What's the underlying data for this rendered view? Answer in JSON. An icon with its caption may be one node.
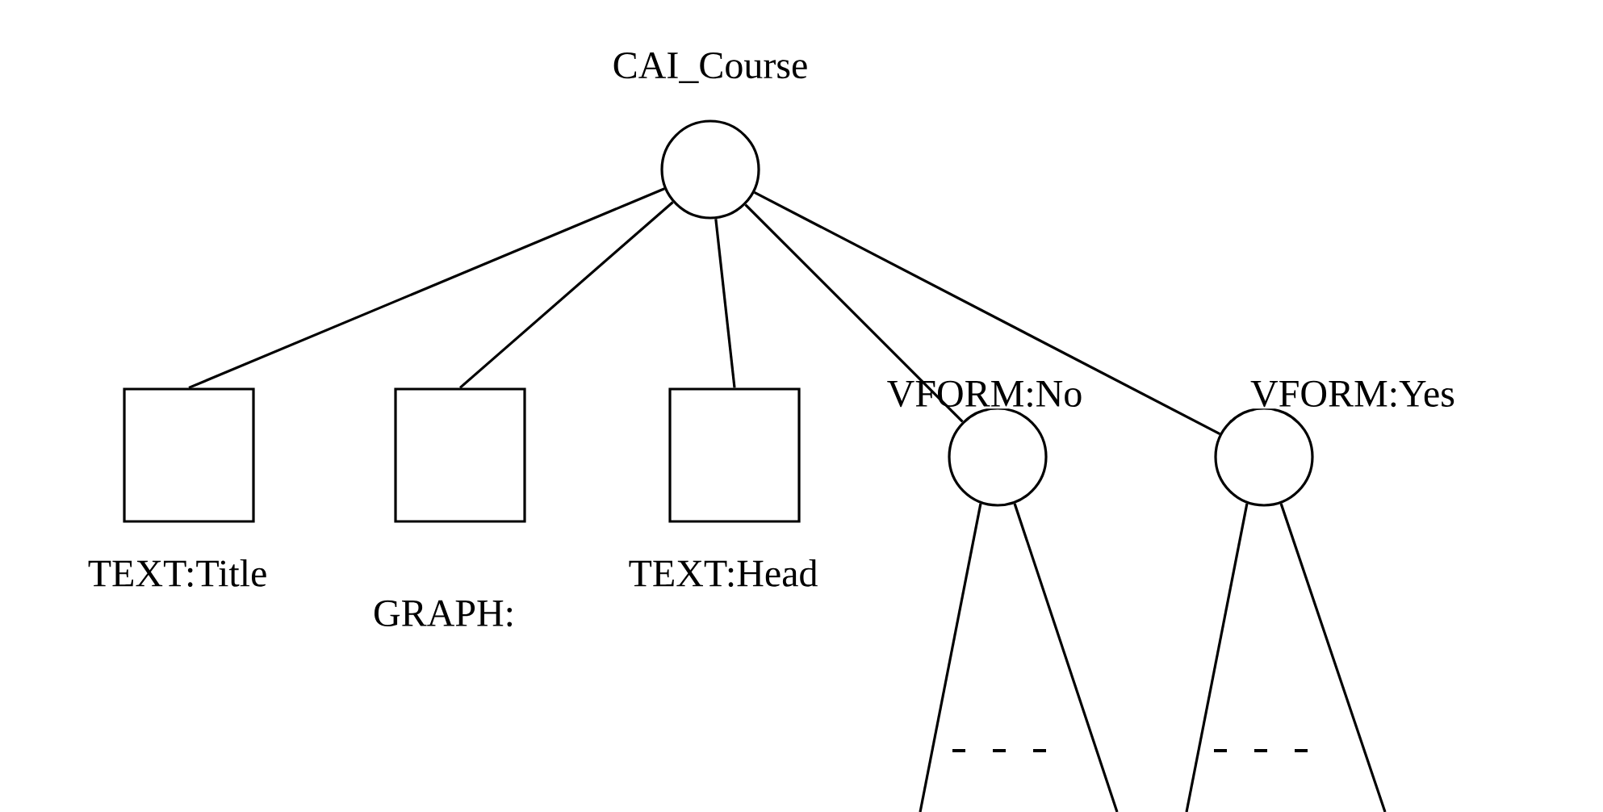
{
  "diagram": {
    "nodes": [
      {
        "text": [
          "CAI_Course"
        ]
      },
      {
        "text": [
          "TEXT:Title"
        ]
      },
      {
        "text": [
          "GRAPH:"
        ]
      },
      {
        "text": [
          "TEXT:Head"
        ]
      },
      {
        "text": [
          "VFORM:No"
        ]
      },
      {
        "text": [
          "VFORM:Yes"
        ]
      }
    ],
    "edges": [
      {
        "from": 0,
        "to": 1,
        "arrow": "none"
      },
      {
        "from": 0,
        "to": 2,
        "arrow": "none"
      },
      {
        "from": 0,
        "to": 3,
        "arrow": "none"
      },
      {
        "from": 0,
        "to": 4,
        "arrow": "none"
      },
      {
        "from": 0,
        "to": 5,
        "arrow": "none"
      },
      {
        "from": 4,
        "to": null,
        "arrow": "none"
      },
      {
        "from": 4,
        "to": null,
        "arrow": "none"
      },
      {
        "from": 5,
        "to": null,
        "arrow": "none"
      },
      {
        "from": 5,
        "to": null,
        "arrow": "none"
      }
    ]
  }
}
